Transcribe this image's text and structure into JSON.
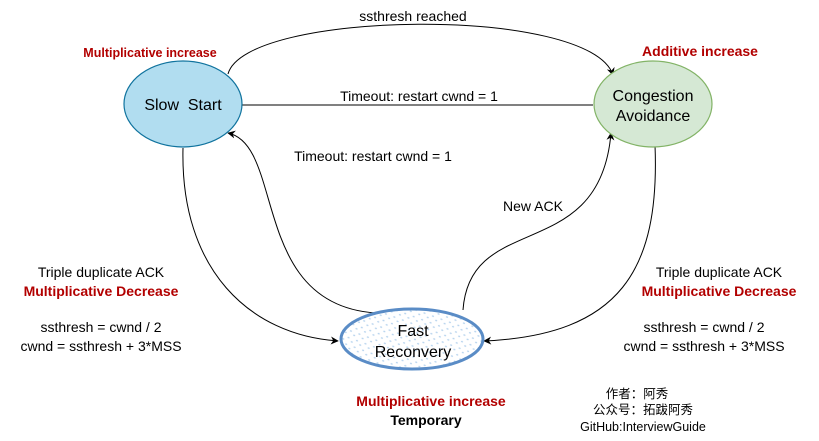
{
  "colors": {
    "slow_start_fill": "#b1ddf0",
    "slow_start_stroke": "#10739e",
    "congestion_fill": "#d5e8d4",
    "congestion_stroke": "#82b366",
    "fast_recovery_stroke": "#5a8cc6",
    "fast_recovery_dots": "#b8d4ee",
    "red_label": "#b20000",
    "arrow": "#000000"
  },
  "nodes": {
    "slow_start": {
      "label": "Slow  Start"
    },
    "congestion_avoidance": {
      "line1": "Congestion",
      "line2": "Avoidance"
    },
    "fast_recovery": {
      "line1": "Fast",
      "line2": "Reconvery"
    }
  },
  "edges": {
    "ssthresh_reached": "ssthresh reached",
    "timeout_top": "Timeout: restart cwnd = 1",
    "timeout_fr": "Timeout: restart cwnd = 1",
    "new_ack": "New ACK"
  },
  "annotations": {
    "slow_start_mode": "Multiplicative increase",
    "ca_mode": "Additive increase",
    "left": {
      "line1": "Triple duplicate ACK",
      "line2": "Multiplicative Decrease",
      "line3": "ssthresh = cwnd / 2",
      "line4": "cwnd = ssthresh + 3*MSS"
    },
    "right": {
      "line1": "Triple duplicate ACK",
      "line2": "Multiplicative Decrease",
      "line3": "ssthresh = cwnd / 2",
      "line4": "cwnd = ssthresh + 3*MSS"
    },
    "fr_mode": "Multiplicative increase",
    "fr_mode_sub": "Temporary"
  },
  "credit": {
    "author": "作者：阿秀",
    "account": "公众号：拓跋阿秀",
    "github": "GitHub:InterviewGuide"
  }
}
